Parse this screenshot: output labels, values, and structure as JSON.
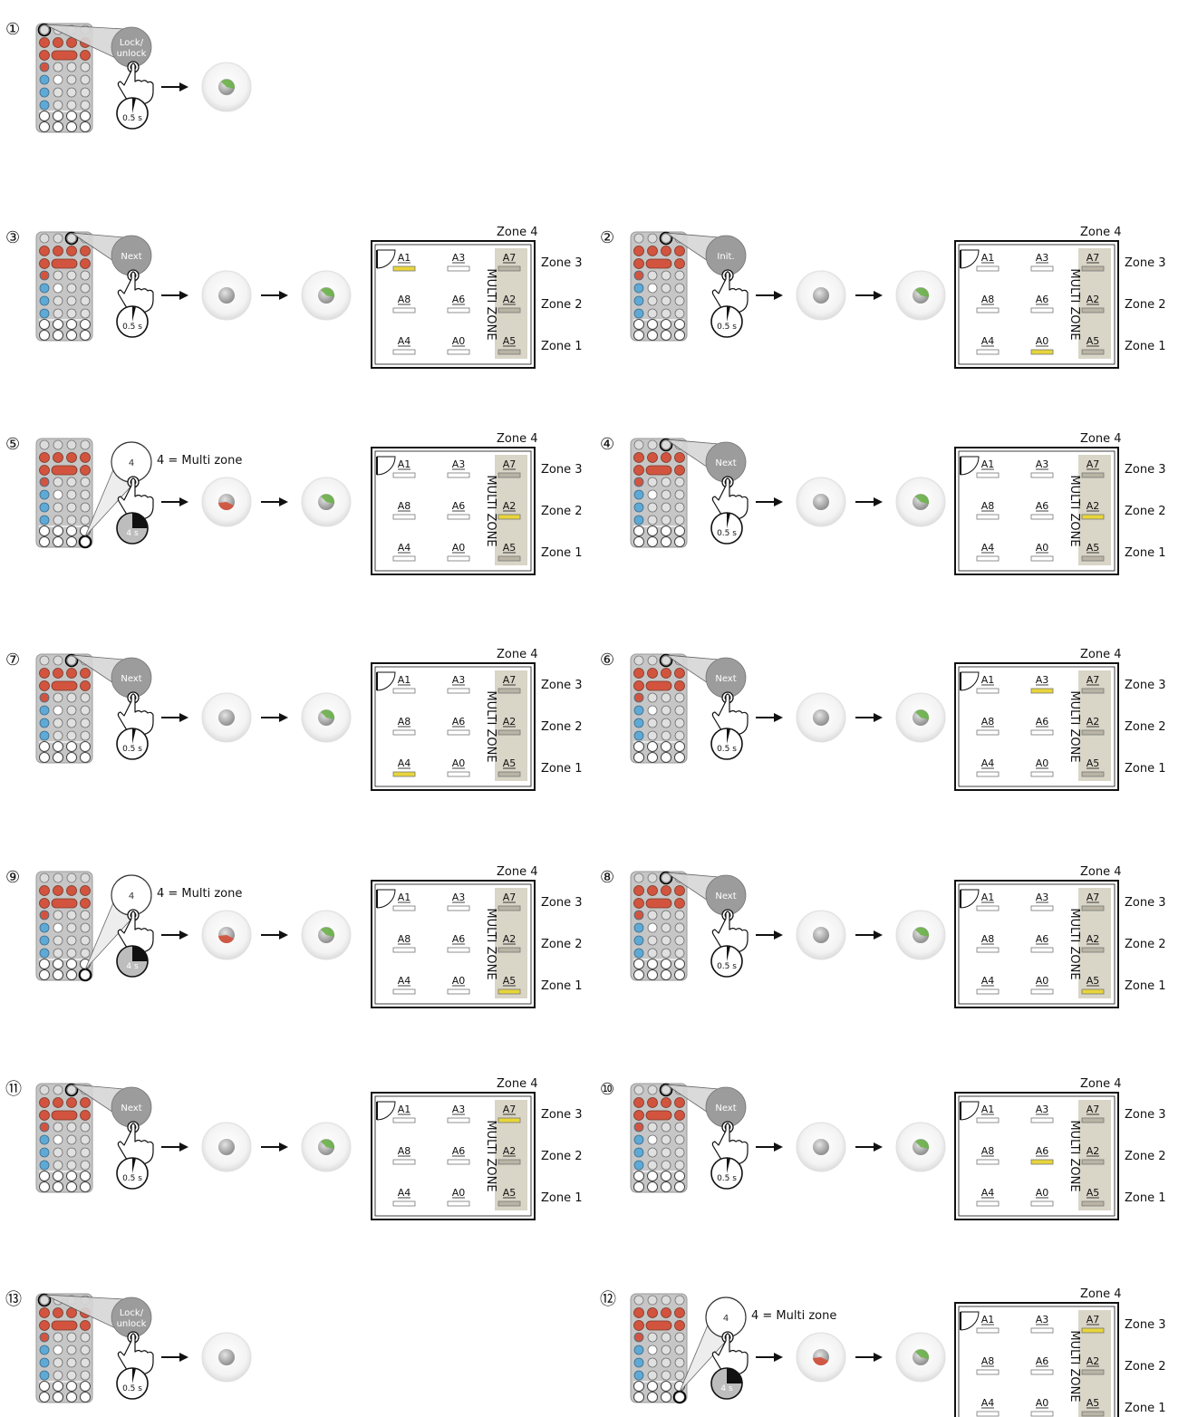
{
  "labels": {
    "lock": "Lock/\nunlock",
    "init": "Init.",
    "next": "Next",
    "four": "4",
    "eq": "4 = Multi zone",
    "t05": "0.5 s",
    "t4": "4 s",
    "multi": "MULTI ZONE",
    "zone4": "Zone 4",
    "zone3": "Zone 3",
    "zone2": "Zone 2",
    "zone1": "Zone 1"
  },
  "addresses": [
    "A1",
    "A3",
    "A7",
    "A8",
    "A6",
    "A2",
    "A4",
    "A0",
    "A5"
  ],
  "steps": [
    {
      "num": "①",
      "button": "lock",
      "highlight": null,
      "first": "green"
    },
    {
      "num": "②",
      "button": "init",
      "highlight": "A0"
    },
    {
      "num": "③",
      "button": "next",
      "highlight": "A1"
    },
    {
      "num": "④",
      "button": "next",
      "highlight": "A2"
    },
    {
      "num": "⑤",
      "button": "four",
      "highlight": "A2"
    },
    {
      "num": "⑥",
      "button": "next",
      "highlight": "A3"
    },
    {
      "num": "⑦",
      "button": "next",
      "highlight": "A4"
    },
    {
      "num": "⑧",
      "button": "next",
      "highlight": "A5"
    },
    {
      "num": "⑨",
      "button": "four",
      "highlight": "A5"
    },
    {
      "num": "⑩",
      "button": "next",
      "highlight": "A6"
    },
    {
      "num": "⑪",
      "button": "next",
      "highlight": "A7"
    },
    {
      "num": "⑫",
      "button": "four",
      "highlight": "A7"
    },
    {
      "num": "⑬",
      "button": "lock",
      "highlight": null,
      "first": "grey"
    }
  ],
  "colors": {
    "red": "#d2543f",
    "blue": "#5ea9d6",
    "remote": "#c6c6c6",
    "yellow": "#e8d53a",
    "zoneband": "#d9d5c7",
    "green": "#6cb24a",
    "grey": "#9a9a9a"
  }
}
